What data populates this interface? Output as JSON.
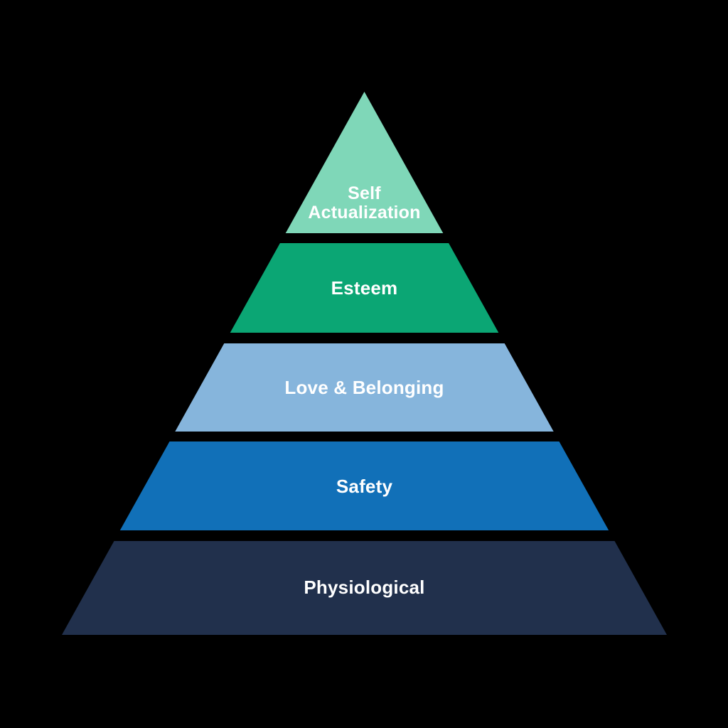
{
  "diagram": {
    "type": "pyramid",
    "background_color": "#000000",
    "label_color": "#ffffff",
    "levels": [
      {
        "rank": 1,
        "label": "Self Actualization",
        "line1": "Self",
        "line2": "Actualization",
        "color": "#7fd7b8"
      },
      {
        "rank": 2,
        "label": "Esteem",
        "color": "#0ba674"
      },
      {
        "rank": 3,
        "label": "Love & Belonging",
        "color": "#86b5dc"
      },
      {
        "rank": 4,
        "label": "Safety",
        "color": "#1170b8"
      },
      {
        "rank": 5,
        "label": "Physiological",
        "color": "#21304c"
      }
    ]
  }
}
